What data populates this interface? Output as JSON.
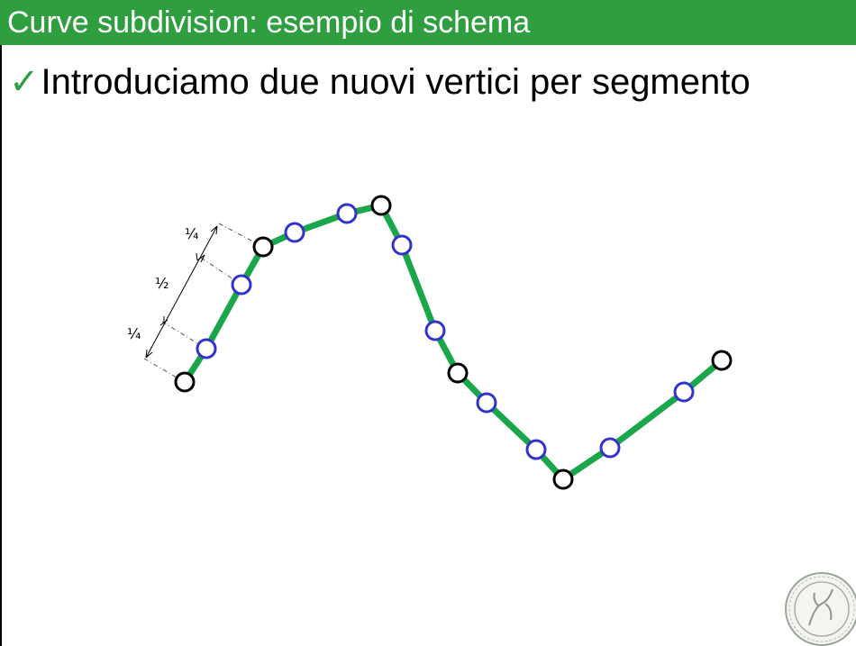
{
  "header": {
    "title": "Curve subdivision: esempio di schema"
  },
  "bullet": {
    "check_icon": "✓",
    "text": "Introduciamo due nuovi vertici per segmento"
  },
  "diagram": {
    "labels": {
      "quarter_top": "¼",
      "half": "½",
      "quarter_bottom": "¼"
    },
    "colors": {
      "curve": "#1aa64a",
      "original_vertex": "#000000",
      "new_vertex": "#3333cc"
    }
  },
  "logo": {
    "name": "university-seal-icon"
  }
}
